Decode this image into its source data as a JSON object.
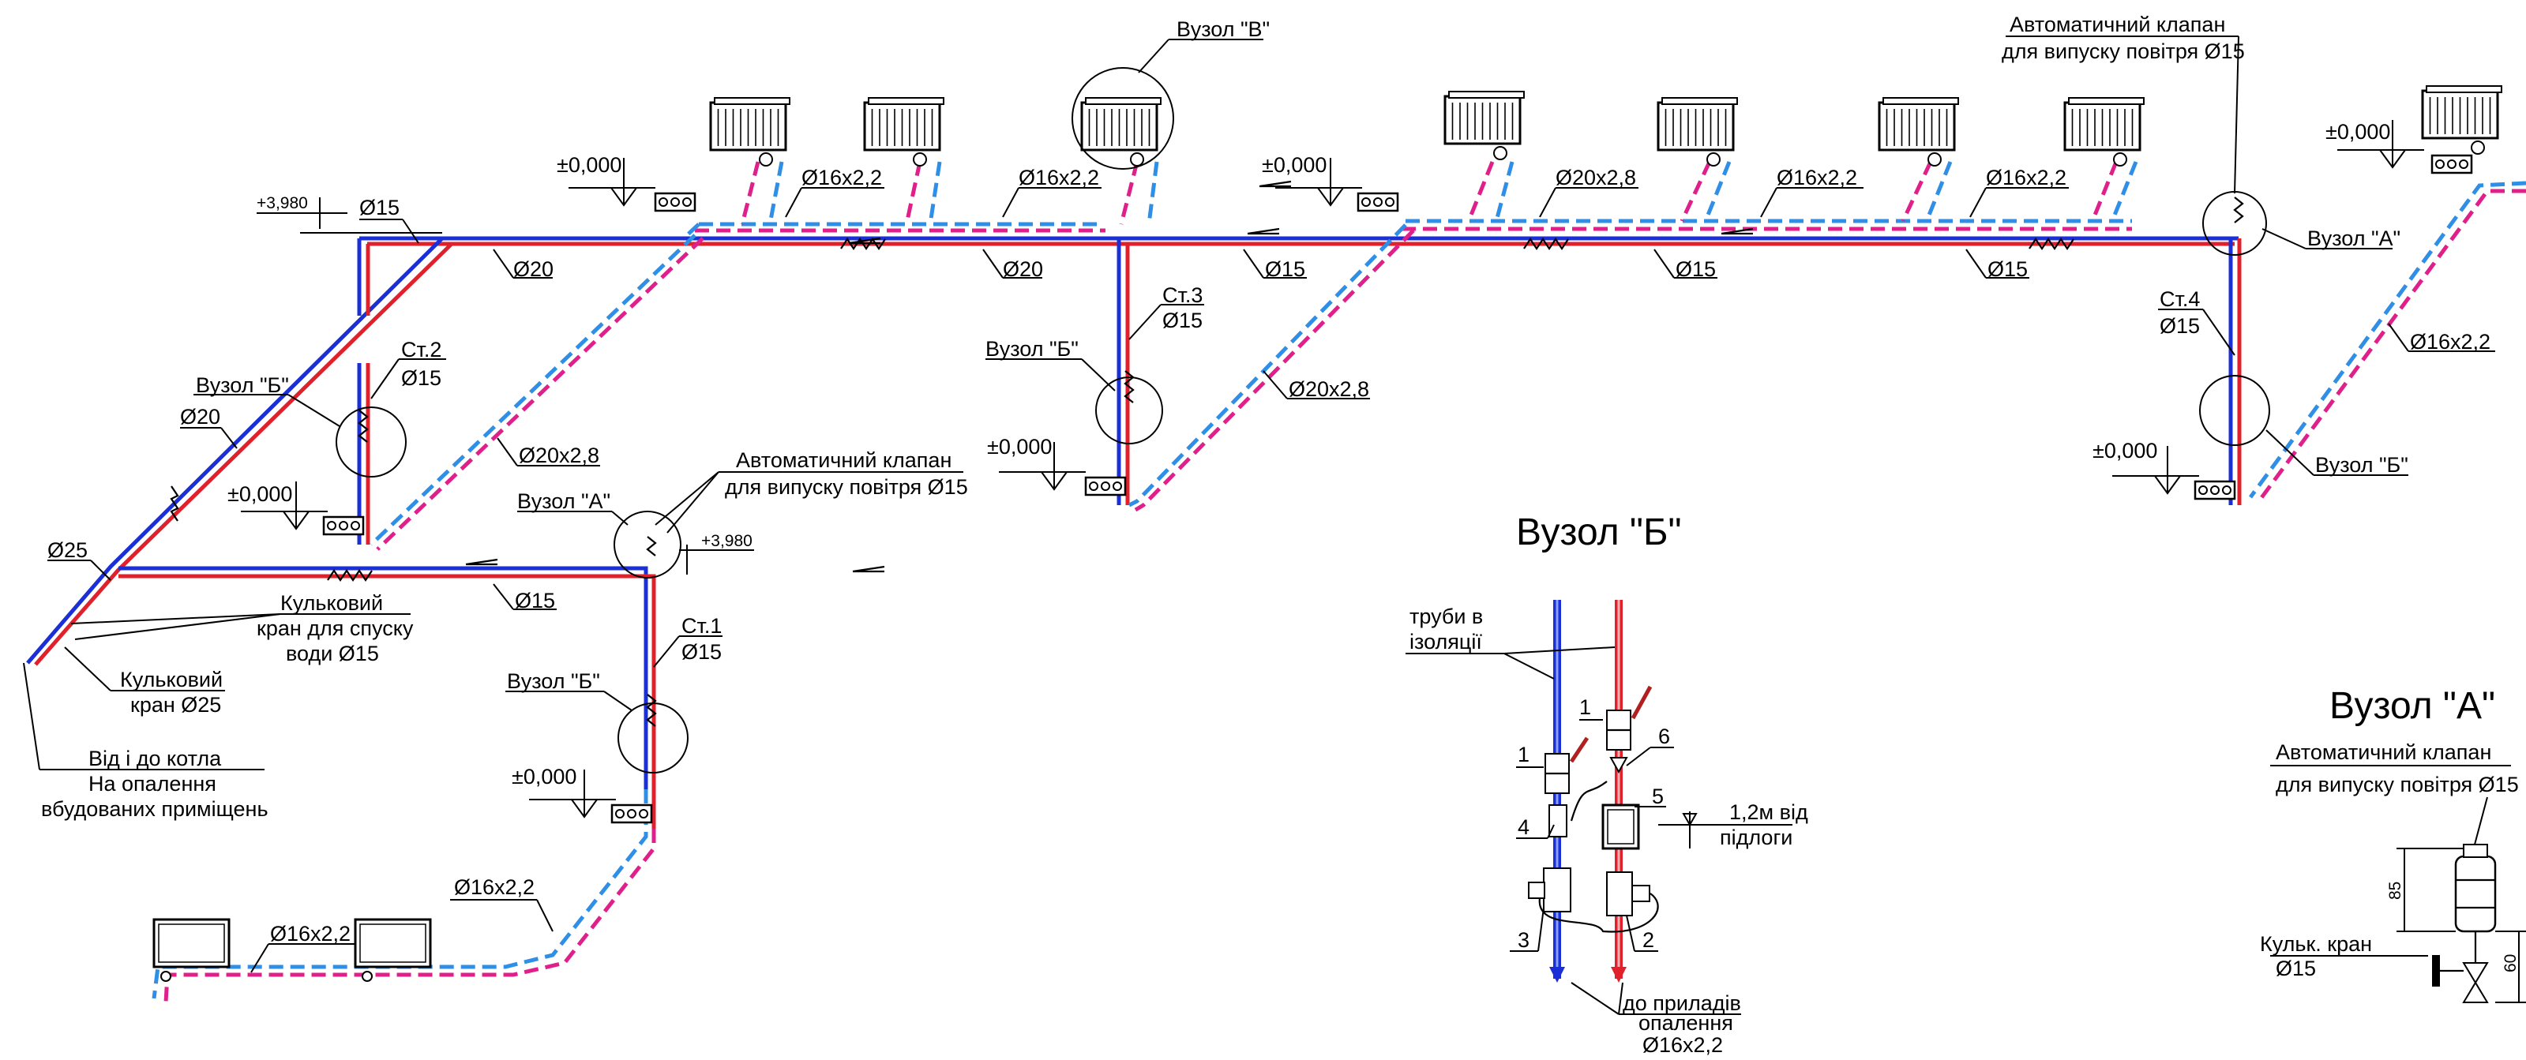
{
  "labels": {
    "node_v": "Вузол \"В\"",
    "air_valve_top_1": "Автоматичний клапан",
    "air_valve_top_2": "для випуску повітря Ø15",
    "level_p3980": "+3,980",
    "level_0a": "±0,000",
    "level_0b": "±0,000",
    "level_0c": "±0,000",
    "level_0d": "±0,000",
    "level_0e": "±0,000",
    "level_0f": "±0,000",
    "level_0g": "±0,000",
    "level_p3980b": "+3,980",
    "d15_a": "Ø15",
    "d20_a": "Ø20",
    "d20_b": "Ø20",
    "d15_b": "Ø15",
    "d15_c": "Ø15",
    "d15_d": "Ø15",
    "d15_e": "Ø15",
    "d20_c": "Ø20",
    "d25": "Ø25",
    "p16_a": "Ø16x2,2",
    "p16_b": "Ø16x2,2",
    "p20_a": "Ø20x2,8",
    "p16_c": "Ø16x2,2",
    "p16_d": "Ø16x2,2",
    "p16_e": "Ø16x2,2",
    "p20_b": "Ø20x2,8",
    "p20_c": "Ø20x2,8",
    "p16_f": "Ø16x2,2",
    "p16_g": "Ø16x2,2",
    "st2": "Ст.2",
    "st2_d": "Ø15",
    "st3": "Ст.3",
    "st3_d": "Ø15",
    "st4": "Ст.4",
    "st4_d": "Ø15",
    "st1": "Ст.1",
    "st1_d": "Ø15",
    "node_b1": "Вузол \"Б\"",
    "node_b2": "Вузол \"Б\"",
    "node_b3": "Вузол \"Б\"",
    "node_b4": "Вузол \"Б\"",
    "node_a1": "Вузол \"А\"",
    "node_a2": "Вузол \"А\"",
    "air_valve_mid_1": "Автоматичний клапан",
    "air_valve_mid_2": "для випуску повітря Ø15",
    "ball_drain_1": "Кульковий",
    "ball_drain_2": "кран для спуску",
    "ball_drain_3": "води Ø15",
    "ball_valve_1": "Кульковий",
    "ball_valve_2": "кран Ø25",
    "boiler_1": "Від і до котла",
    "boiler_2": "На опалення",
    "boiler_3": "вбудованих приміщень",
    "detail_b_title": "Вузол \"Б\"",
    "pipes_insul_1": "труби в",
    "pipes_insul_2": "ізоляції",
    "n1a": "1",
    "n1b": "1",
    "n6": "6",
    "n5": "5",
    "n4": "4",
    "n3": "3",
    "n2": "2",
    "height_1": "1,2м від",
    "height_2": "підлоги",
    "to_devices_1": "до приладів",
    "to_devices_2": "опалення",
    "to_devices_3": "Ø16x2,2",
    "detail_a_title": "Вузол \"А\"",
    "detail_a_valve_1": "Автоматичний клапан",
    "detail_a_valve_2": "для випуску повітря Ø15",
    "dim_85": "85",
    "dim_60": "60",
    "ball_short_1": "Кульк. кран",
    "ball_short_2": "Ø15"
  },
  "colors": {
    "supply": "#e0202a",
    "return": "#1a2fd6",
    "supply_floor": "#e0208a",
    "return_floor": "#2f8fe6"
  },
  "icons": [
    "radiator-icon",
    "manifold-icon",
    "air-valve-icon",
    "ball-valve-icon",
    "level-mark-icon"
  ]
}
